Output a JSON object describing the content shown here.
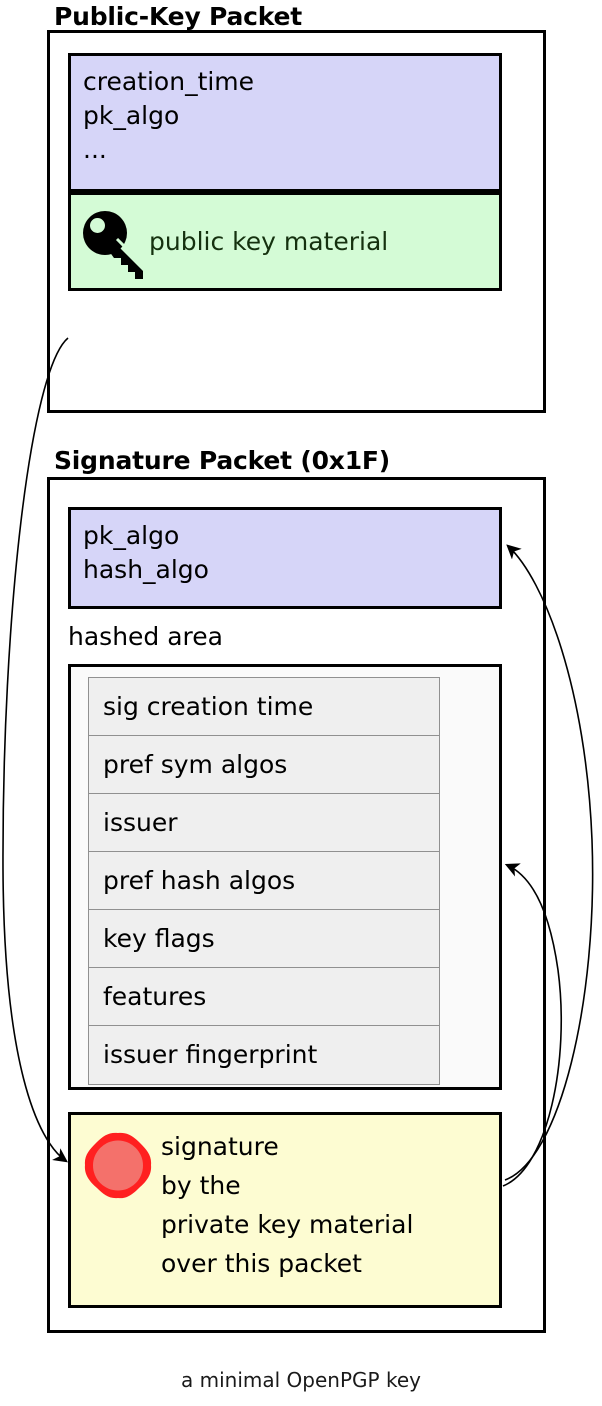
{
  "caption": "a minimal OpenPGP key",
  "colors": {
    "header_block": "#D6D5F8",
    "key_material_block": "#D4FBD6",
    "signature_block": "#FDFCD2",
    "hashed_area": "#FAFAFA",
    "subpacket_row": "#EFEFEF",
    "seal_ring": "#FF2020",
    "seal_fill": "#F4716B",
    "outline": "#000000"
  },
  "packets": [
    {
      "title": "Public-Key Packet",
      "header_fields": "creation_time\npk_algo\n...",
      "material_label": "public key material",
      "material_icon": "key-icon"
    },
    {
      "title": "Signature Packet (0x1F)",
      "header_fields": "pk_algo\nhash_algo",
      "hashed_area_label": "hashed area",
      "subpackets": [
        "sig creation time",
        "pref sym algos",
        "issuer",
        "pref hash algos",
        "key flags",
        "features",
        "issuer fingerprint"
      ],
      "signature_text": "signature\nby the\nprivate key material\nover this packet",
      "signature_icon": "wax-seal-icon"
    }
  ],
  "arrows": [
    {
      "name": "public-key-to-signature",
      "from": "public-key-packet",
      "to": "signature-block"
    },
    {
      "name": "signature-to-sig-header",
      "from": "signature-block",
      "to": "sig-header-block"
    },
    {
      "name": "signature-to-hashed-area",
      "from": "signature-block",
      "to": "hashed-area-box"
    }
  ]
}
